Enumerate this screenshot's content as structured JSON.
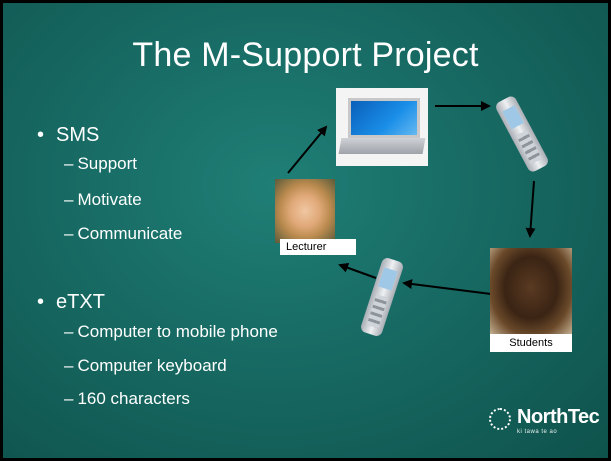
{
  "slide": {
    "title": "The M-Support Project",
    "bullets": [
      {
        "label": "SMS",
        "subitems": [
          "Support",
          "Motivate",
          "Communicate"
        ]
      },
      {
        "label": "eTXT",
        "subitems": [
          "Computer to mobile phone",
          "Computer keyboard",
          "160 characters"
        ]
      }
    ],
    "bullet_glyph": "•",
    "sub_glyph": "–"
  },
  "diagram": {
    "lecturer_label": "Lecturer",
    "students_label": "Students",
    "icons": [
      "laptop-image",
      "mobile-phone-image",
      "mobile-phone-image",
      "lecturer-photo",
      "students-photo",
      "arrow-icon"
    ]
  },
  "logo": {
    "name": "NorthTec",
    "tagline": "ki tawa te ao"
  },
  "colors": {
    "background": "#176a63",
    "text": "#ffffff",
    "frame": "#000000"
  }
}
